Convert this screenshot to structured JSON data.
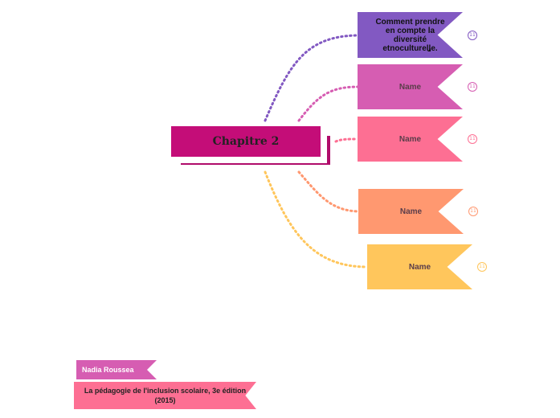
{
  "central_topic": {
    "label": "Chapitre 2",
    "color": "#c40d78"
  },
  "branches": [
    {
      "label": "Comment prendre en compte la diversité etnoculturelle.",
      "color": "#8259c2",
      "badge": "11"
    },
    {
      "label": "Name",
      "color": "#d65db2",
      "badge": "11"
    },
    {
      "label": "Name",
      "color": "#fd6f93",
      "badge": "11"
    },
    {
      "label": "Name",
      "color": "#ff9870",
      "badge": "11"
    },
    {
      "label": "Name",
      "color": "#ffc65c",
      "badge": "11"
    }
  ],
  "footer": {
    "author": "Nadia Roussea",
    "reference": "La pédagogie de l'inclusion scolaire, 3e édition (2015)"
  }
}
